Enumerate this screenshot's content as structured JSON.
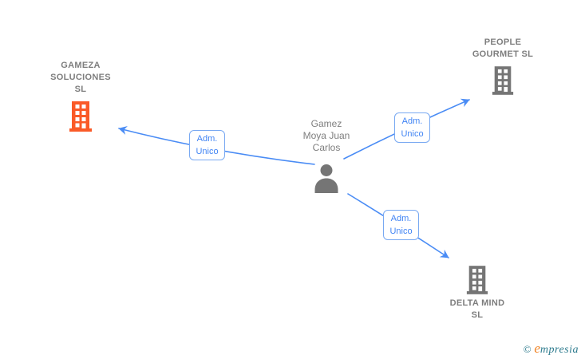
{
  "colors": {
    "edge_blue": "#4a8cf5",
    "edge_label_text": "#4285f4",
    "edge_label_border": "#79a9f2",
    "icon_gray": "#757575",
    "node_text_gray": "#7e7e7e",
    "highlight_orange": "#fa5a28",
    "watermark_teal": "#2d7b8e",
    "watermark_orange": "#f08223",
    "background": "#ffffff"
  },
  "person": {
    "name": "Gamez Moya Juan Carlos",
    "name_lines": [
      "Gamez",
      "Moya Juan",
      "Carlos"
    ]
  },
  "companies": {
    "gameza": {
      "name": "GAMEZA SOLUCIONES SL",
      "name_lines": [
        "GAMEZA",
        "SOLUCIONES",
        "SL"
      ],
      "highlighted": true
    },
    "people_gourmet": {
      "name": "PEOPLE GOURMET SL",
      "name_lines": [
        "PEOPLE",
        "GOURMET SL"
      ],
      "highlighted": false
    },
    "delta_mind": {
      "name": "DELTA MIND SL",
      "name_lines": [
        "DELTA MIND",
        "SL"
      ],
      "highlighted": false
    }
  },
  "edges": {
    "gameza": {
      "label": "Adm. Unico",
      "label_lines": [
        "Adm.",
        "Unico"
      ]
    },
    "people_gourmet": {
      "label": "Adm. Unico",
      "label_lines": [
        "Adm.",
        "Unico"
      ]
    },
    "delta_mind": {
      "label": "Adm. Unico",
      "label_lines": [
        "Adm.",
        "Unico"
      ]
    }
  },
  "watermark": {
    "copyright_symbol": "©",
    "brand_initial": "e",
    "brand_rest": "mpresia",
    "brand": "empresia"
  }
}
